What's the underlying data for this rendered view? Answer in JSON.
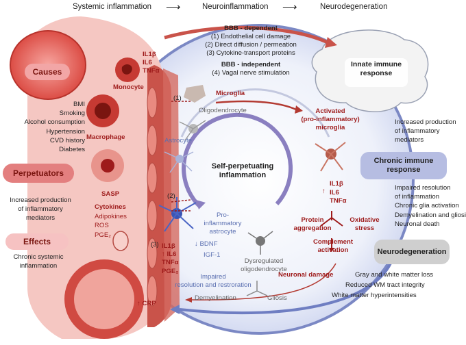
{
  "header": {
    "step1": "Systemic inflammation",
    "step2": "Neuroinflammation",
    "step3": "Neurodegeneration"
  },
  "left": {
    "causes": {
      "title": "Causes",
      "items": [
        "BMI",
        "Smoking",
        "Alcohol consumption",
        "Hypertension",
        "CVD history",
        "Diabetes"
      ]
    },
    "perpetuators": {
      "title": "Perpetuators",
      "items": [
        "Increased production",
        "of inflammatory",
        "mediators"
      ]
    },
    "effects": {
      "title": "Effects",
      "items": [
        "Chronic systemic",
        "inflammation"
      ]
    }
  },
  "vessel": {
    "cytokines_top": [
      "IL1β",
      "IL6",
      "TNFα"
    ],
    "monocyte": "Monocyte",
    "macrophage": "Macrophage",
    "sasp": "SASP",
    "mediators": [
      "Cytokines",
      "Adipokines",
      "ROS",
      "PGE₂"
    ],
    "crp": "CRP",
    "marker1": "(1)",
    "marker2": "(2)",
    "marker3": "(3)"
  },
  "bbb": {
    "dependent_title": "BBB - dependent",
    "dependent_items": [
      "(1) Endothelial cell damage",
      "(2) Direct diffusion / permeation",
      "(3) Cytokine-transport proteins"
    ],
    "independent_title": "BBB - independent",
    "independent_items": [
      "(4) Vagal nerve stimulation"
    ]
  },
  "brain": {
    "microglia": "Microglia",
    "oligodendrocyte": "Oligodendrocyte",
    "astrocyte": "Astrocyte",
    "center": [
      "Self-perpetuating",
      "inflammation"
    ],
    "activated": [
      "Activated",
      "(pro-inflammatory)",
      "microglia"
    ],
    "cyto_right": [
      "IL1β",
      "IL6",
      "TNFα"
    ],
    "protein_aggregation": [
      "Protein",
      "aggregation"
    ],
    "oxidative_stress": [
      "Oxidative",
      "stress"
    ],
    "complement": [
      "Complement",
      "activation"
    ],
    "neuronal_damage": "Neuronal damage",
    "pro_astro": [
      "Pro-",
      "inflammatory",
      "astrocyte"
    ],
    "bdnf": "BDNF",
    "igf": "IGF-1",
    "impaired": [
      "Impaired",
      "resolution and restroration"
    ],
    "dysregulated": [
      "Dysregulated",
      "oligodendrocyte"
    ],
    "demyelination": "Demyelination",
    "gliosis": "Gliosis",
    "cyto_bottom": [
      "IL1β",
      "IL6",
      "TNFα",
      "PGE₂"
    ]
  },
  "right": {
    "innate": [
      "Innate immune",
      "response"
    ],
    "innate_items": [
      "Increased production",
      "of inflammatory",
      "mediators"
    ],
    "chronic": [
      "Chronic immune",
      "response"
    ],
    "chronic_items": [
      "Impaired resolution",
      "of inflammation",
      "Chronic glia activation",
      "Demyelination and gliosis",
      "Neuronal death"
    ],
    "neurodeg": "Neurodegeneration",
    "neurodeg_items": [
      "Gray and white matter loss",
      "Reduced WM tract integrity",
      "White matter hyperintensities"
    ]
  },
  "colors": {
    "red_accent": "#9e1b1b",
    "causes_pill": "#f2a6a6",
    "perp_pill": "#e37f7f",
    "effects_pill": "#f6c2c2",
    "chronic_pill": "#b6bde2",
    "neurodeg_pill": "#cfcfcf",
    "brain_bg": "#dfe5f5"
  }
}
